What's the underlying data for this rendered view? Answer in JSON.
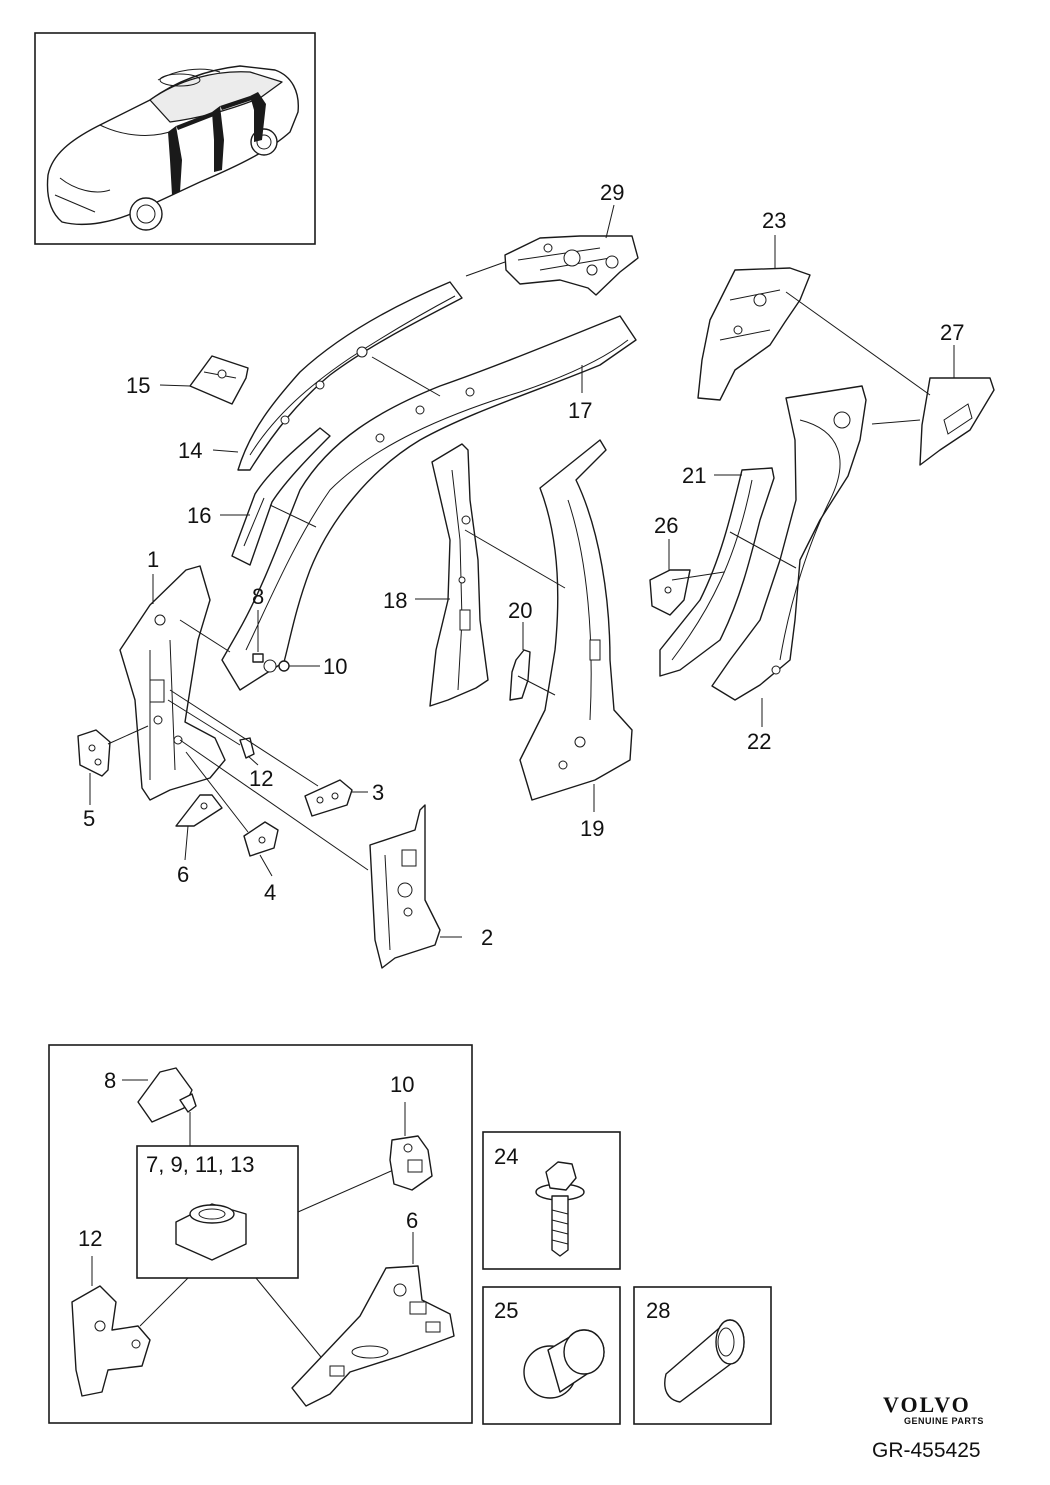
{
  "callouts": {
    "c1": "1",
    "c2": "2",
    "c3": "3",
    "c4": "4",
    "c5": "5",
    "c6": "6",
    "c8": "8",
    "c10": "10",
    "c12": "12",
    "c14": "14",
    "c15": "15",
    "c16": "16",
    "c17": "17",
    "c18": "18",
    "c19": "19",
    "c20": "20",
    "c21": "21",
    "c22": "22",
    "c23": "23",
    "c26": "26",
    "c27": "27",
    "c29": "29"
  },
  "detail_panel": {
    "c8": "8",
    "c10": "10",
    "c12": "12",
    "c6": "6",
    "fastener_group": "7, 9, 11, 13"
  },
  "hardware_boxes": {
    "c24": "24",
    "c25": "25",
    "c28": "28"
  },
  "brand": {
    "logo": "VOLVO",
    "subtitle": "GENUINE PARTS"
  },
  "reference": "GR-455425"
}
